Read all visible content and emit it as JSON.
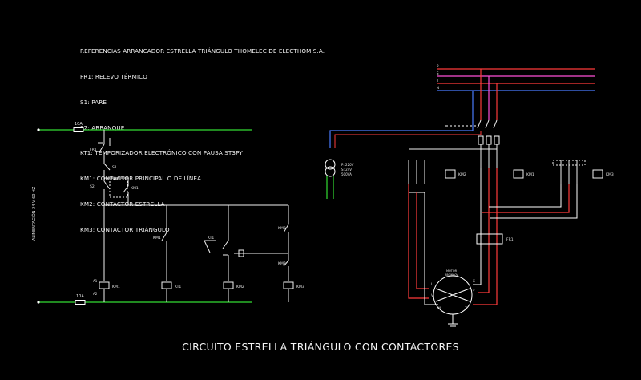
{
  "references": {
    "heading": "REFERENCIAS ARRANCADOR ESTRELLA TRIÁNGULO THOMELEC DE ELECTHOM S.A.",
    "lines": [
      "FR1: RELEVO TÉRMICO",
      "S1: PARE",
      "S2: ARRANQUE",
      "KT1: TEMPORIZADOR ELECTRÓNICO CON PAUSA ST3PY",
      "KM1: CONTACTOR PRINCIPAL O DE LÍNEA",
      "KM2: CONTACTOR ESTRELLA",
      "KM3: CONTACTOR TRIÁNGULO"
    ]
  },
  "title": "CIRCUITO ESTRELLA TRIÁNGULO CON CONTACTORES",
  "control": {
    "supply_label": "ALIMENTACIÓN 24 V 60 HZ",
    "fuse_top": "10A",
    "fuse_bottom": "10A",
    "fr1": "FR1",
    "s1": "S1",
    "s2": "S2",
    "kt1": "KT1",
    "km1": "KM1",
    "km2": "KM2",
    "km3": "KM3",
    "a1": "A1",
    "a2": "A2"
  },
  "power": {
    "phases": [
      "R",
      "S",
      "T",
      "N"
    ],
    "transformer": [
      "P: 220V",
      "S: 24V",
      "500VA"
    ],
    "motor": [
      "MOTOR",
      "380/660V"
    ],
    "motor_terminals": [
      "U",
      "V",
      "W",
      "X",
      "Y",
      "Z"
    ],
    "fr1": "FR1",
    "km1": "KM1",
    "km2": "KM2",
    "km3": "KM3"
  },
  "colors": {
    "background": "#000000",
    "line_green": "#33dd33",
    "wire_white": "#f0f0f0",
    "phase_red": "#ff3b3b",
    "phase_blue": "#4a7bff",
    "phase_magenta": "#ff4fd8"
  }
}
